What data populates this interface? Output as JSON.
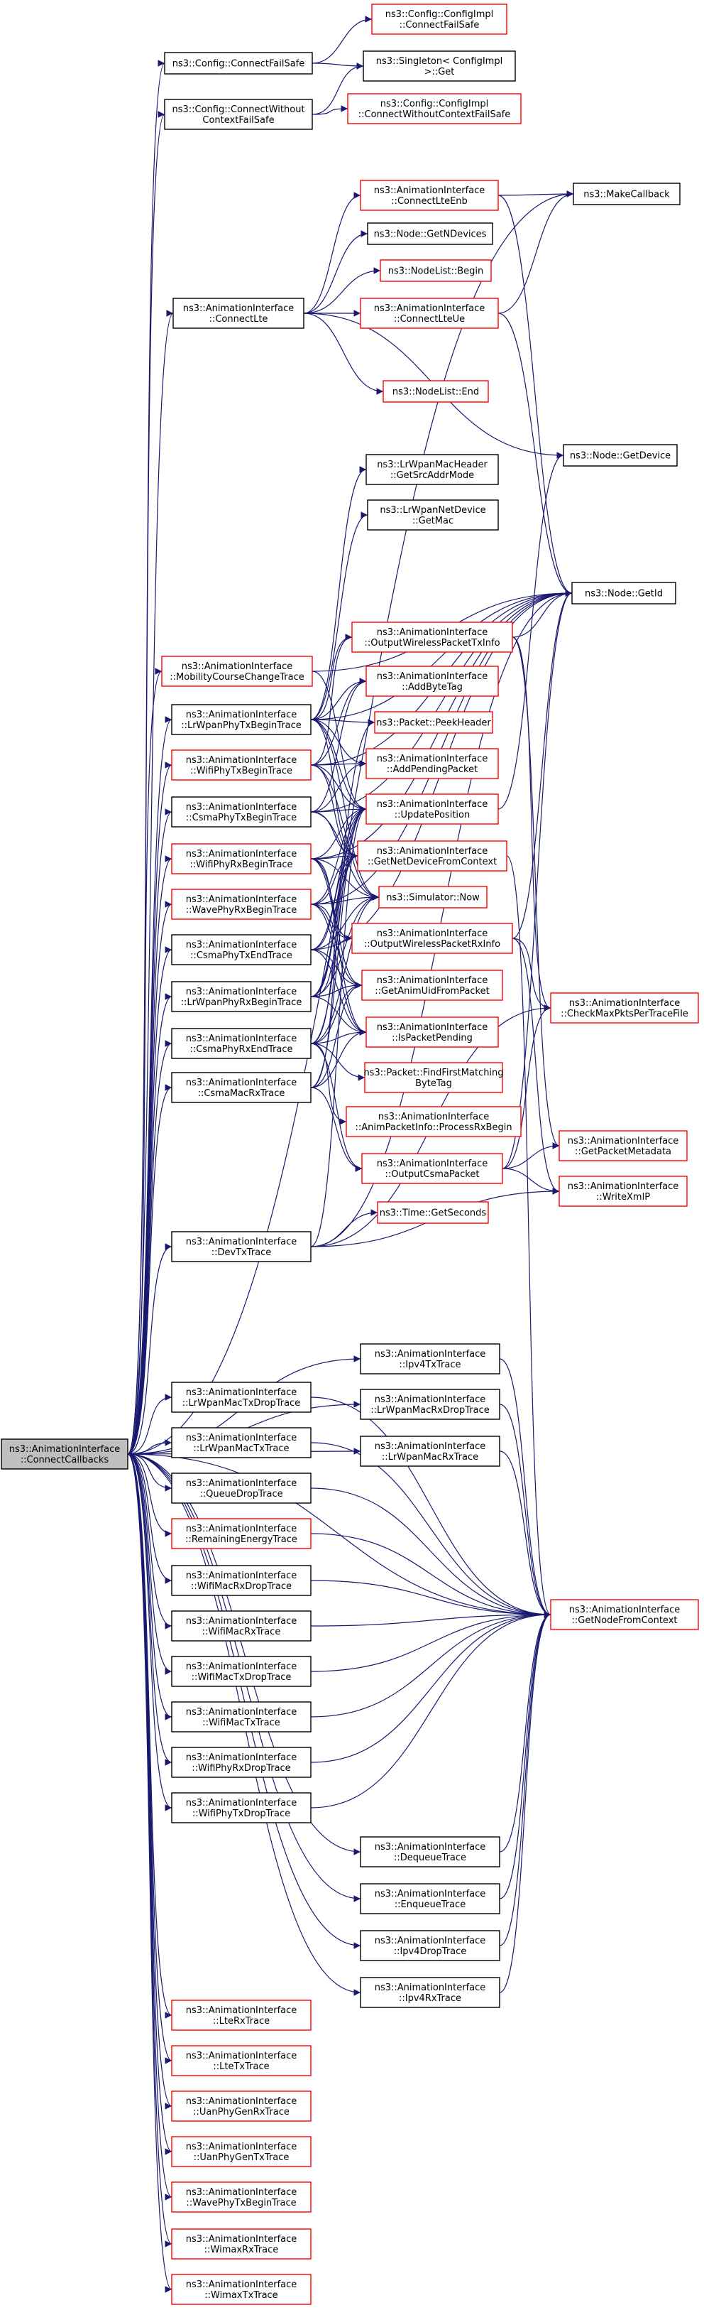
{
  "colors": {
    "edge": "#191970",
    "node_border_documented": "#000000",
    "node_border_undocumented": "#ff0000",
    "root_fill": "#bfbfbf",
    "node_fill": "#ffffff"
  },
  "nodes": [
    {
      "id": "root",
      "lines": [
        "ns3::AnimationInterface",
        "::ConnectCallbacks"
      ],
      "style": "root"
    },
    {
      "id": "cfs",
      "lines": [
        "ns3::Config::ConnectFailSafe"
      ],
      "style": "black"
    },
    {
      "id": "cwcfs",
      "lines": [
        "ns3::Config::ConnectWithout",
        "ContextFailSafe"
      ],
      "style": "black"
    },
    {
      "id": "ci_cfs",
      "lines": [
        "ns3::Config::ConfigImpl",
        "::ConnectFailSafe"
      ],
      "style": "red"
    },
    {
      "id": "singleton",
      "lines": [
        "ns3::Singleton< ConfigImpl",
        " >::Get"
      ],
      "style": "black"
    },
    {
      "id": "ci_cwcfs",
      "lines": [
        "ns3::Config::ConfigImpl",
        "::ConnectWithoutContextFailSafe"
      ],
      "style": "red"
    },
    {
      "id": "connectlteenb",
      "lines": [
        "ns3::AnimationInterface",
        "::ConnectLteEnb"
      ],
      "style": "red"
    },
    {
      "id": "makecallback",
      "lines": [
        "ns3::MakeCallback"
      ],
      "style": "black"
    },
    {
      "id": "getndevices",
      "lines": [
        "ns3::Node::GetNDevices"
      ],
      "style": "black"
    },
    {
      "id": "connectlte",
      "lines": [
        "ns3::AnimationInterface",
        "::ConnectLte"
      ],
      "style": "black"
    },
    {
      "id": "nodelistbegin",
      "lines": [
        "ns3::NodeList::Begin"
      ],
      "style": "red"
    },
    {
      "id": "connectlteue",
      "lines": [
        "ns3::AnimationInterface",
        "::ConnectLteUe"
      ],
      "style": "red"
    },
    {
      "id": "nodelistend",
      "lines": [
        "ns3::NodeList::End"
      ],
      "style": "red"
    },
    {
      "id": "getdevice",
      "lines": [
        "ns3::Node::GetDevice"
      ],
      "style": "black"
    },
    {
      "id": "getsrcaddr",
      "lines": [
        "ns3::LrWpanMacHeader",
        "::GetSrcAddrMode"
      ],
      "style": "black"
    },
    {
      "id": "lrwpangetmac",
      "lines": [
        "ns3::LrWpanNetDevice",
        "::GetMac"
      ],
      "style": "black"
    },
    {
      "id": "getid",
      "lines": [
        "ns3::Node::GetId"
      ],
      "style": "black"
    },
    {
      "id": "mobility",
      "lines": [
        "ns3::AnimationInterface",
        "::MobilityCourseChangeTrace"
      ],
      "style": "red"
    },
    {
      "id": "owptx",
      "lines": [
        "ns3::AnimationInterface",
        "::OutputWirelessPacketTxInfo"
      ],
      "style": "red"
    },
    {
      "id": "lrwpanphytxbegin",
      "lines": [
        "ns3::AnimationInterface",
        "::LrWpanPhyTxBeginTrace"
      ],
      "style": "black"
    },
    {
      "id": "addbytetag",
      "lines": [
        "ns3::AnimationInterface",
        "::AddByteTag"
      ],
      "style": "red"
    },
    {
      "id": "peekheader",
      "lines": [
        "ns3::Packet::PeekHeader"
      ],
      "style": "red"
    },
    {
      "id": "wifiphytxbegin",
      "lines": [
        "ns3::AnimationInterface",
        "::WifiPhyTxBeginTrace"
      ],
      "style": "red"
    },
    {
      "id": "addpending",
      "lines": [
        "ns3::AnimationInterface",
        "::AddPendingPacket"
      ],
      "style": "red"
    },
    {
      "id": "csmaphytxbegin",
      "lines": [
        "ns3::AnimationInterface",
        "::CsmaPhyTxBeginTrace"
      ],
      "style": "black"
    },
    {
      "id": "updatepos",
      "lines": [
        "ns3::AnimationInterface",
        "::UpdatePosition"
      ],
      "style": "red"
    },
    {
      "id": "wifiphyrxbegin",
      "lines": [
        "ns3::AnimationInterface",
        "::WifiPhyRxBeginTrace"
      ],
      "style": "red"
    },
    {
      "id": "getnetdev",
      "lines": [
        "ns3::AnimationInterface",
        "::GetNetDeviceFromContext"
      ],
      "style": "red"
    },
    {
      "id": "wavephyrxbegin",
      "lines": [
        "ns3::AnimationInterface",
        "::WavePhyRxBeginTrace"
      ],
      "style": "red"
    },
    {
      "id": "simnow",
      "lines": [
        "ns3::Simulator::Now"
      ],
      "style": "red"
    },
    {
      "id": "csmaphytxend",
      "lines": [
        "ns3::AnimationInterface",
        "::CsmaPhyTxEndTrace"
      ],
      "style": "black"
    },
    {
      "id": "owprx",
      "lines": [
        "ns3::AnimationInterface",
        "::OutputWirelessPacketRxInfo"
      ],
      "style": "red"
    },
    {
      "id": "lrwpanphyrxbegin",
      "lines": [
        "ns3::AnimationInterface",
        "::LrWpanPhyRxBeginTrace"
      ],
      "style": "black"
    },
    {
      "id": "getanimuid",
      "lines": [
        "ns3::AnimationInterface",
        "::GetAnimUidFromPacket"
      ],
      "style": "red"
    },
    {
      "id": "checkmax",
      "lines": [
        "ns3::AnimationInterface",
        "::CheckMaxPktsPerTraceFile"
      ],
      "style": "red"
    },
    {
      "id": "csmaphyrxend",
      "lines": [
        "ns3::AnimationInterface",
        "::CsmaPhyRxEndTrace"
      ],
      "style": "black"
    },
    {
      "id": "ispending",
      "lines": [
        "ns3::AnimationInterface",
        "::IsPacketPending"
      ],
      "style": "red"
    },
    {
      "id": "findfirst",
      "lines": [
        "ns3::Packet::FindFirstMatching",
        "ByteTag"
      ],
      "style": "red"
    },
    {
      "id": "csmamacrx",
      "lines": [
        "ns3::AnimationInterface",
        "::CsmaMacRxTrace"
      ],
      "style": "black"
    },
    {
      "id": "processrx",
      "lines": [
        "ns3::AnimationInterface",
        "::AnimPacketInfo::ProcessRxBegin"
      ],
      "style": "red"
    },
    {
      "id": "getpktmeta",
      "lines": [
        "ns3::AnimationInterface",
        "::GetPacketMetadata"
      ],
      "style": "red"
    },
    {
      "id": "outcsma",
      "lines": [
        "ns3::AnimationInterface",
        "::OutputCsmaPacket"
      ],
      "style": "red"
    },
    {
      "id": "writexmlp",
      "lines": [
        "ns3::AnimationInterface",
        "::WriteXmlP"
      ],
      "style": "red"
    },
    {
      "id": "getseconds",
      "lines": [
        "ns3::Time::GetSeconds"
      ],
      "style": "red"
    },
    {
      "id": "devtx",
      "lines": [
        "ns3::AnimationInterface",
        "::DevTxTrace"
      ],
      "style": "black"
    },
    {
      "id": "ipv4tx",
      "lines": [
        "ns3::AnimationInterface",
        "::Ipv4TxTrace"
      ],
      "style": "black"
    },
    {
      "id": "lrwpanmactxdrop",
      "lines": [
        "ns3::AnimationInterface",
        "::LrWpanMacTxDropTrace"
      ],
      "style": "black"
    },
    {
      "id": "lrwpanmacrxdrop",
      "lines": [
        "ns3::AnimationInterface",
        "::LrWpanMacRxDropTrace"
      ],
      "style": "black"
    },
    {
      "id": "lrwpanmactx",
      "lines": [
        "ns3::AnimationInterface",
        "::LrWpanMacTxTrace"
      ],
      "style": "black"
    },
    {
      "id": "lrwpanmacrx",
      "lines": [
        "ns3::AnimationInterface",
        "::LrWpanMacRxTrace"
      ],
      "style": "black"
    },
    {
      "id": "queuedrop",
      "lines": [
        "ns3::AnimationInterface",
        "::QueueDropTrace"
      ],
      "style": "black"
    },
    {
      "id": "remenergy",
      "lines": [
        "ns3::AnimationInterface",
        "::RemainingEnergyTrace"
      ],
      "style": "red"
    },
    {
      "id": "wifimacrxdrop",
      "lines": [
        "ns3::AnimationInterface",
        "::WifiMacRxDropTrace"
      ],
      "style": "black"
    },
    {
      "id": "wifimacrx",
      "lines": [
        "ns3::AnimationInterface",
        "::WifiMacRxTrace"
      ],
      "style": "black"
    },
    {
      "id": "getnodectx",
      "lines": [
        "ns3::AnimationInterface",
        "::GetNodeFromContext"
      ],
      "style": "red"
    },
    {
      "id": "wifimactxdrop",
      "lines": [
        "ns3::AnimationInterface",
        "::WifiMacTxDropTrace"
      ],
      "style": "black"
    },
    {
      "id": "wifimactx",
      "lines": [
        "ns3::AnimationInterface",
        "::WifiMacTxTrace"
      ],
      "style": "black"
    },
    {
      "id": "wifiphyrxdrop",
      "lines": [
        "ns3::AnimationInterface",
        "::WifiPhyRxDropTrace"
      ],
      "style": "black"
    },
    {
      "id": "wifiphytxdrop",
      "lines": [
        "ns3::AnimationInterface",
        "::WifiPhyTxDropTrace"
      ],
      "style": "black"
    },
    {
      "id": "dequeue",
      "lines": [
        "ns3::AnimationInterface",
        "::DequeueTrace"
      ],
      "style": "black"
    },
    {
      "id": "enqueue",
      "lines": [
        "ns3::AnimationInterface",
        "::EnqueueTrace"
      ],
      "style": "black"
    },
    {
      "id": "ipv4drop",
      "lines": [
        "ns3::AnimationInterface",
        "::Ipv4DropTrace"
      ],
      "style": "black"
    },
    {
      "id": "ipv4rx",
      "lines": [
        "ns3::AnimationInterface",
        "::Ipv4RxTrace"
      ],
      "style": "black"
    },
    {
      "id": "lterx",
      "lines": [
        "ns3::AnimationInterface",
        "::LteRxTrace"
      ],
      "style": "red"
    },
    {
      "id": "ltetx",
      "lines": [
        "ns3::AnimationInterface",
        "::LteTxTrace"
      ],
      "style": "red"
    },
    {
      "id": "uanrx",
      "lines": [
        "ns3::AnimationInterface",
        "::UanPhyGenRxTrace"
      ],
      "style": "red"
    },
    {
      "id": "uantx",
      "lines": [
        "ns3::AnimationInterface",
        "::UanPhyGenTxTrace"
      ],
      "style": "red"
    },
    {
      "id": "wavephytxbegin",
      "lines": [
        "ns3::AnimationInterface",
        "::WavePhyTxBeginTrace"
      ],
      "style": "red"
    },
    {
      "id": "wimaxrx",
      "lines": [
        "ns3::AnimationInterface",
        "::WimaxRxTrace"
      ],
      "style": "red"
    },
    {
      "id": "wimaxtx",
      "lines": [
        "ns3::AnimationInterface",
        "::WimaxTxTrace"
      ],
      "style": "red"
    }
  ],
  "edges": [
    [
      "root",
      "cfs"
    ],
    [
      "root",
      "cwcfs"
    ],
    [
      "cfs",
      "ci_cfs"
    ],
    [
      "cfs",
      "singleton"
    ],
    [
      "cwcfs",
      "singleton"
    ],
    [
      "cwcfs",
      "ci_cwcfs"
    ],
    [
      "root",
      "connectlte"
    ],
    [
      "root",
      "mobility"
    ],
    [
      "root",
      "lrwpanphytxbegin"
    ],
    [
      "root",
      "wifiphytxbegin"
    ],
    [
      "root",
      "csmaphytxbegin"
    ],
    [
      "root",
      "wifiphyrxbegin"
    ],
    [
      "root",
      "wavephyrxbegin"
    ],
    [
      "root",
      "csmaphytxend"
    ],
    [
      "root",
      "lrwpanphyrxbegin"
    ],
    [
      "root",
      "csmaphyrxend"
    ],
    [
      "root",
      "csmamacrx"
    ],
    [
      "root",
      "devtx"
    ],
    [
      "root",
      "ipv4tx"
    ],
    [
      "root",
      "lrwpanmactxdrop"
    ],
    [
      "root",
      "lrwpanmacrxdrop"
    ],
    [
      "root",
      "lrwpanmactx"
    ],
    [
      "root",
      "lrwpanmacrx"
    ],
    [
      "root",
      "queuedrop"
    ],
    [
      "root",
      "remenergy"
    ],
    [
      "root",
      "wifimacrxdrop"
    ],
    [
      "root",
      "wifimacrx"
    ],
    [
      "root",
      "wifimactxdrop"
    ],
    [
      "root",
      "wifimactx"
    ],
    [
      "root",
      "wifiphyrxdrop"
    ],
    [
      "root",
      "wifiphytxdrop"
    ],
    [
      "root",
      "dequeue"
    ],
    [
      "root",
      "enqueue"
    ],
    [
      "root",
      "ipv4drop"
    ],
    [
      "root",
      "ipv4rx"
    ],
    [
      "root",
      "lterx"
    ],
    [
      "root",
      "ltetx"
    ],
    [
      "root",
      "uanrx"
    ],
    [
      "root",
      "uantx"
    ],
    [
      "root",
      "wavephytxbegin"
    ],
    [
      "root",
      "wimaxrx"
    ],
    [
      "root",
      "wimaxtx"
    ],
    [
      "root",
      "makecallback"
    ],
    [
      "root",
      "getnodectx"
    ],
    [
      "connectlte",
      "connectlteenb"
    ],
    [
      "connectlte",
      "getndevices"
    ],
    [
      "connectlte",
      "nodelistbegin"
    ],
    [
      "connectlte",
      "connectlteue"
    ],
    [
      "connectlte",
      "nodelistend"
    ],
    [
      "connectlte",
      "getdevice"
    ],
    [
      "connectlteenb",
      "makecallback"
    ],
    [
      "connectlteenb",
      "getid"
    ],
    [
      "connectlteue",
      "makecallback"
    ],
    [
      "connectlteue",
      "getid"
    ],
    [
      "mobility",
      "getid"
    ],
    [
      "mobility",
      "updatepos"
    ],
    [
      "lrwpanphytxbegin",
      "getsrcaddr"
    ],
    [
      "lrwpanphytxbegin",
      "lrwpangetmac"
    ],
    [
      "lrwpanphytxbegin",
      "getid"
    ],
    [
      "lrwpanphytxbegin",
      "owptx"
    ],
    [
      "lrwpanphytxbegin",
      "addbytetag"
    ],
    [
      "lrwpanphytxbegin",
      "peekheader"
    ],
    [
      "lrwpanphytxbegin",
      "addpending"
    ],
    [
      "lrwpanphytxbegin",
      "updatepos"
    ],
    [
      "lrwpanphytxbegin",
      "getnetdev"
    ],
    [
      "lrwpanphytxbegin",
      "simnow"
    ],
    [
      "wifiphytxbegin",
      "owptx"
    ],
    [
      "wifiphytxbegin",
      "addbytetag"
    ],
    [
      "wifiphytxbegin",
      "addpending"
    ],
    [
      "wifiphytxbegin",
      "updatepos"
    ],
    [
      "wifiphytxbegin",
      "getnetdev"
    ],
    [
      "wifiphytxbegin",
      "simnow"
    ],
    [
      "wifiphytxbegin",
      "getid"
    ],
    [
      "csmaphytxbegin",
      "addbytetag"
    ],
    [
      "csmaphytxbegin",
      "addpending"
    ],
    [
      "csmaphytxbegin",
      "updatepos"
    ],
    [
      "csmaphytxbegin",
      "getnetdev"
    ],
    [
      "csmaphytxbegin",
      "simnow"
    ],
    [
      "csmaphytxbegin",
      "getid"
    ],
    [
      "wifiphyrxbegin",
      "updatepos"
    ],
    [
      "wifiphyrxbegin",
      "getnetdev"
    ],
    [
      "wifiphyrxbegin",
      "simnow"
    ],
    [
      "wifiphyrxbegin",
      "owprx"
    ],
    [
      "wifiphyrxbegin",
      "getanimuid"
    ],
    [
      "wifiphyrxbegin",
      "ispending"
    ],
    [
      "wifiphyrxbegin",
      "getid"
    ],
    [
      "wavephyrxbegin",
      "updatepos"
    ],
    [
      "wavephyrxbegin",
      "getnetdev"
    ],
    [
      "wavephyrxbegin",
      "simnow"
    ],
    [
      "wavephyrxbegin",
      "owprx"
    ],
    [
      "wavephyrxbegin",
      "getanimuid"
    ],
    [
      "wavephyrxbegin",
      "ispending"
    ],
    [
      "wavephyrxbegin",
      "getid"
    ],
    [
      "csmaphytxend",
      "updatepos"
    ],
    [
      "csmaphytxend",
      "getnetdev"
    ],
    [
      "csmaphytxend",
      "simnow"
    ],
    [
      "csmaphytxend",
      "getanimuid"
    ],
    [
      "csmaphytxend",
      "ispending"
    ],
    [
      "csmaphytxend",
      "getid"
    ],
    [
      "lrwpanphyrxbegin",
      "getnetdev"
    ],
    [
      "lrwpanphyrxbegin",
      "simnow"
    ],
    [
      "lrwpanphyrxbegin",
      "owprx"
    ],
    [
      "lrwpanphyrxbegin",
      "getanimuid"
    ],
    [
      "lrwpanphyrxbegin",
      "ispending"
    ],
    [
      "lrwpanphyrxbegin",
      "updatepos"
    ],
    [
      "lrwpanphyrxbegin",
      "peekheader"
    ],
    [
      "csmaphyrxend",
      "getnetdev"
    ],
    [
      "csmaphyrxend",
      "simnow"
    ],
    [
      "csmaphyrxend",
      "getanimuid"
    ],
    [
      "csmaphyrxend",
      "ispending"
    ],
    [
      "csmaphyrxend",
      "findfirst"
    ],
    [
      "csmaphyrxend",
      "processrx"
    ],
    [
      "csmaphyrxend",
      "outcsma"
    ],
    [
      "csmaphyrxend",
      "updatepos"
    ],
    [
      "csmamacrx",
      "getnetdev"
    ],
    [
      "csmamacrx",
      "getanimuid"
    ],
    [
      "csmamacrx",
      "ispending"
    ],
    [
      "csmamacrx",
      "outcsma"
    ],
    [
      "csmamacrx",
      "updatepos"
    ],
    [
      "owptx",
      "getid"
    ],
    [
      "owptx",
      "checkmax"
    ],
    [
      "owptx",
      "getpktmeta"
    ],
    [
      "owprx",
      "getid"
    ],
    [
      "owprx",
      "checkmax"
    ],
    [
      "owprx",
      "writexmlp"
    ],
    [
      "outcsma",
      "getid"
    ],
    [
      "outcsma",
      "checkmax"
    ],
    [
      "outcsma",
      "getpktmeta"
    ],
    [
      "outcsma",
      "writexmlp"
    ],
    [
      "updatepos",
      "getdevice"
    ],
    [
      "getnetdev",
      "getnodectx"
    ],
    [
      "devtx",
      "getid"
    ],
    [
      "devtx",
      "getseconds"
    ],
    [
      "devtx",
      "checkmax"
    ],
    [
      "devtx",
      "writexmlp"
    ],
    [
      "devtx",
      "updatepos"
    ],
    [
      "ipv4tx",
      "getnodectx"
    ],
    [
      "lrwpanmactxdrop",
      "getnodectx"
    ],
    [
      "lrwpanmacrxdrop",
      "getnodectx"
    ],
    [
      "lrwpanmactx",
      "getnodectx"
    ],
    [
      "lrwpanmacrx",
      "getnodectx"
    ],
    [
      "queuedrop",
      "getnodectx"
    ],
    [
      "remenergy",
      "getnodectx"
    ],
    [
      "wifimacrxdrop",
      "getnodectx"
    ],
    [
      "wifimacrx",
      "getnodectx"
    ],
    [
      "wifimactxdrop",
      "getnodectx"
    ],
    [
      "wifimactx",
      "getnodectx"
    ],
    [
      "wifiphyrxdrop",
      "getnodectx"
    ],
    [
      "wifiphytxdrop",
      "getnodectx"
    ],
    [
      "dequeue",
      "getnodectx"
    ],
    [
      "enqueue",
      "getnodectx"
    ],
    [
      "ipv4drop",
      "getnodectx"
    ],
    [
      "ipv4rx",
      "getnodectx"
    ]
  ]
}
